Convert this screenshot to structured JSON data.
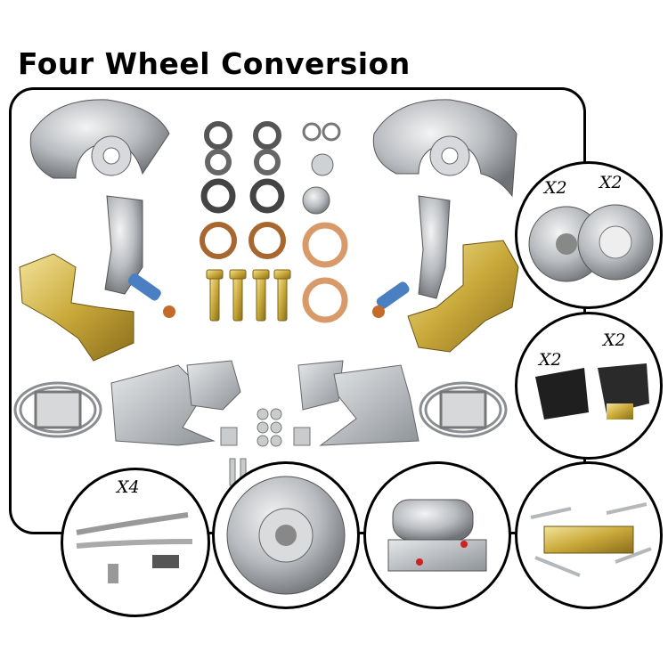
{
  "header": {
    "title": "Four Wheel Conversion"
  },
  "badges": {
    "rotors_left": "X2",
    "rotors_right": "X2",
    "calipers_left": "X2",
    "calipers_right": "X2",
    "hoses": "X4"
  }
}
